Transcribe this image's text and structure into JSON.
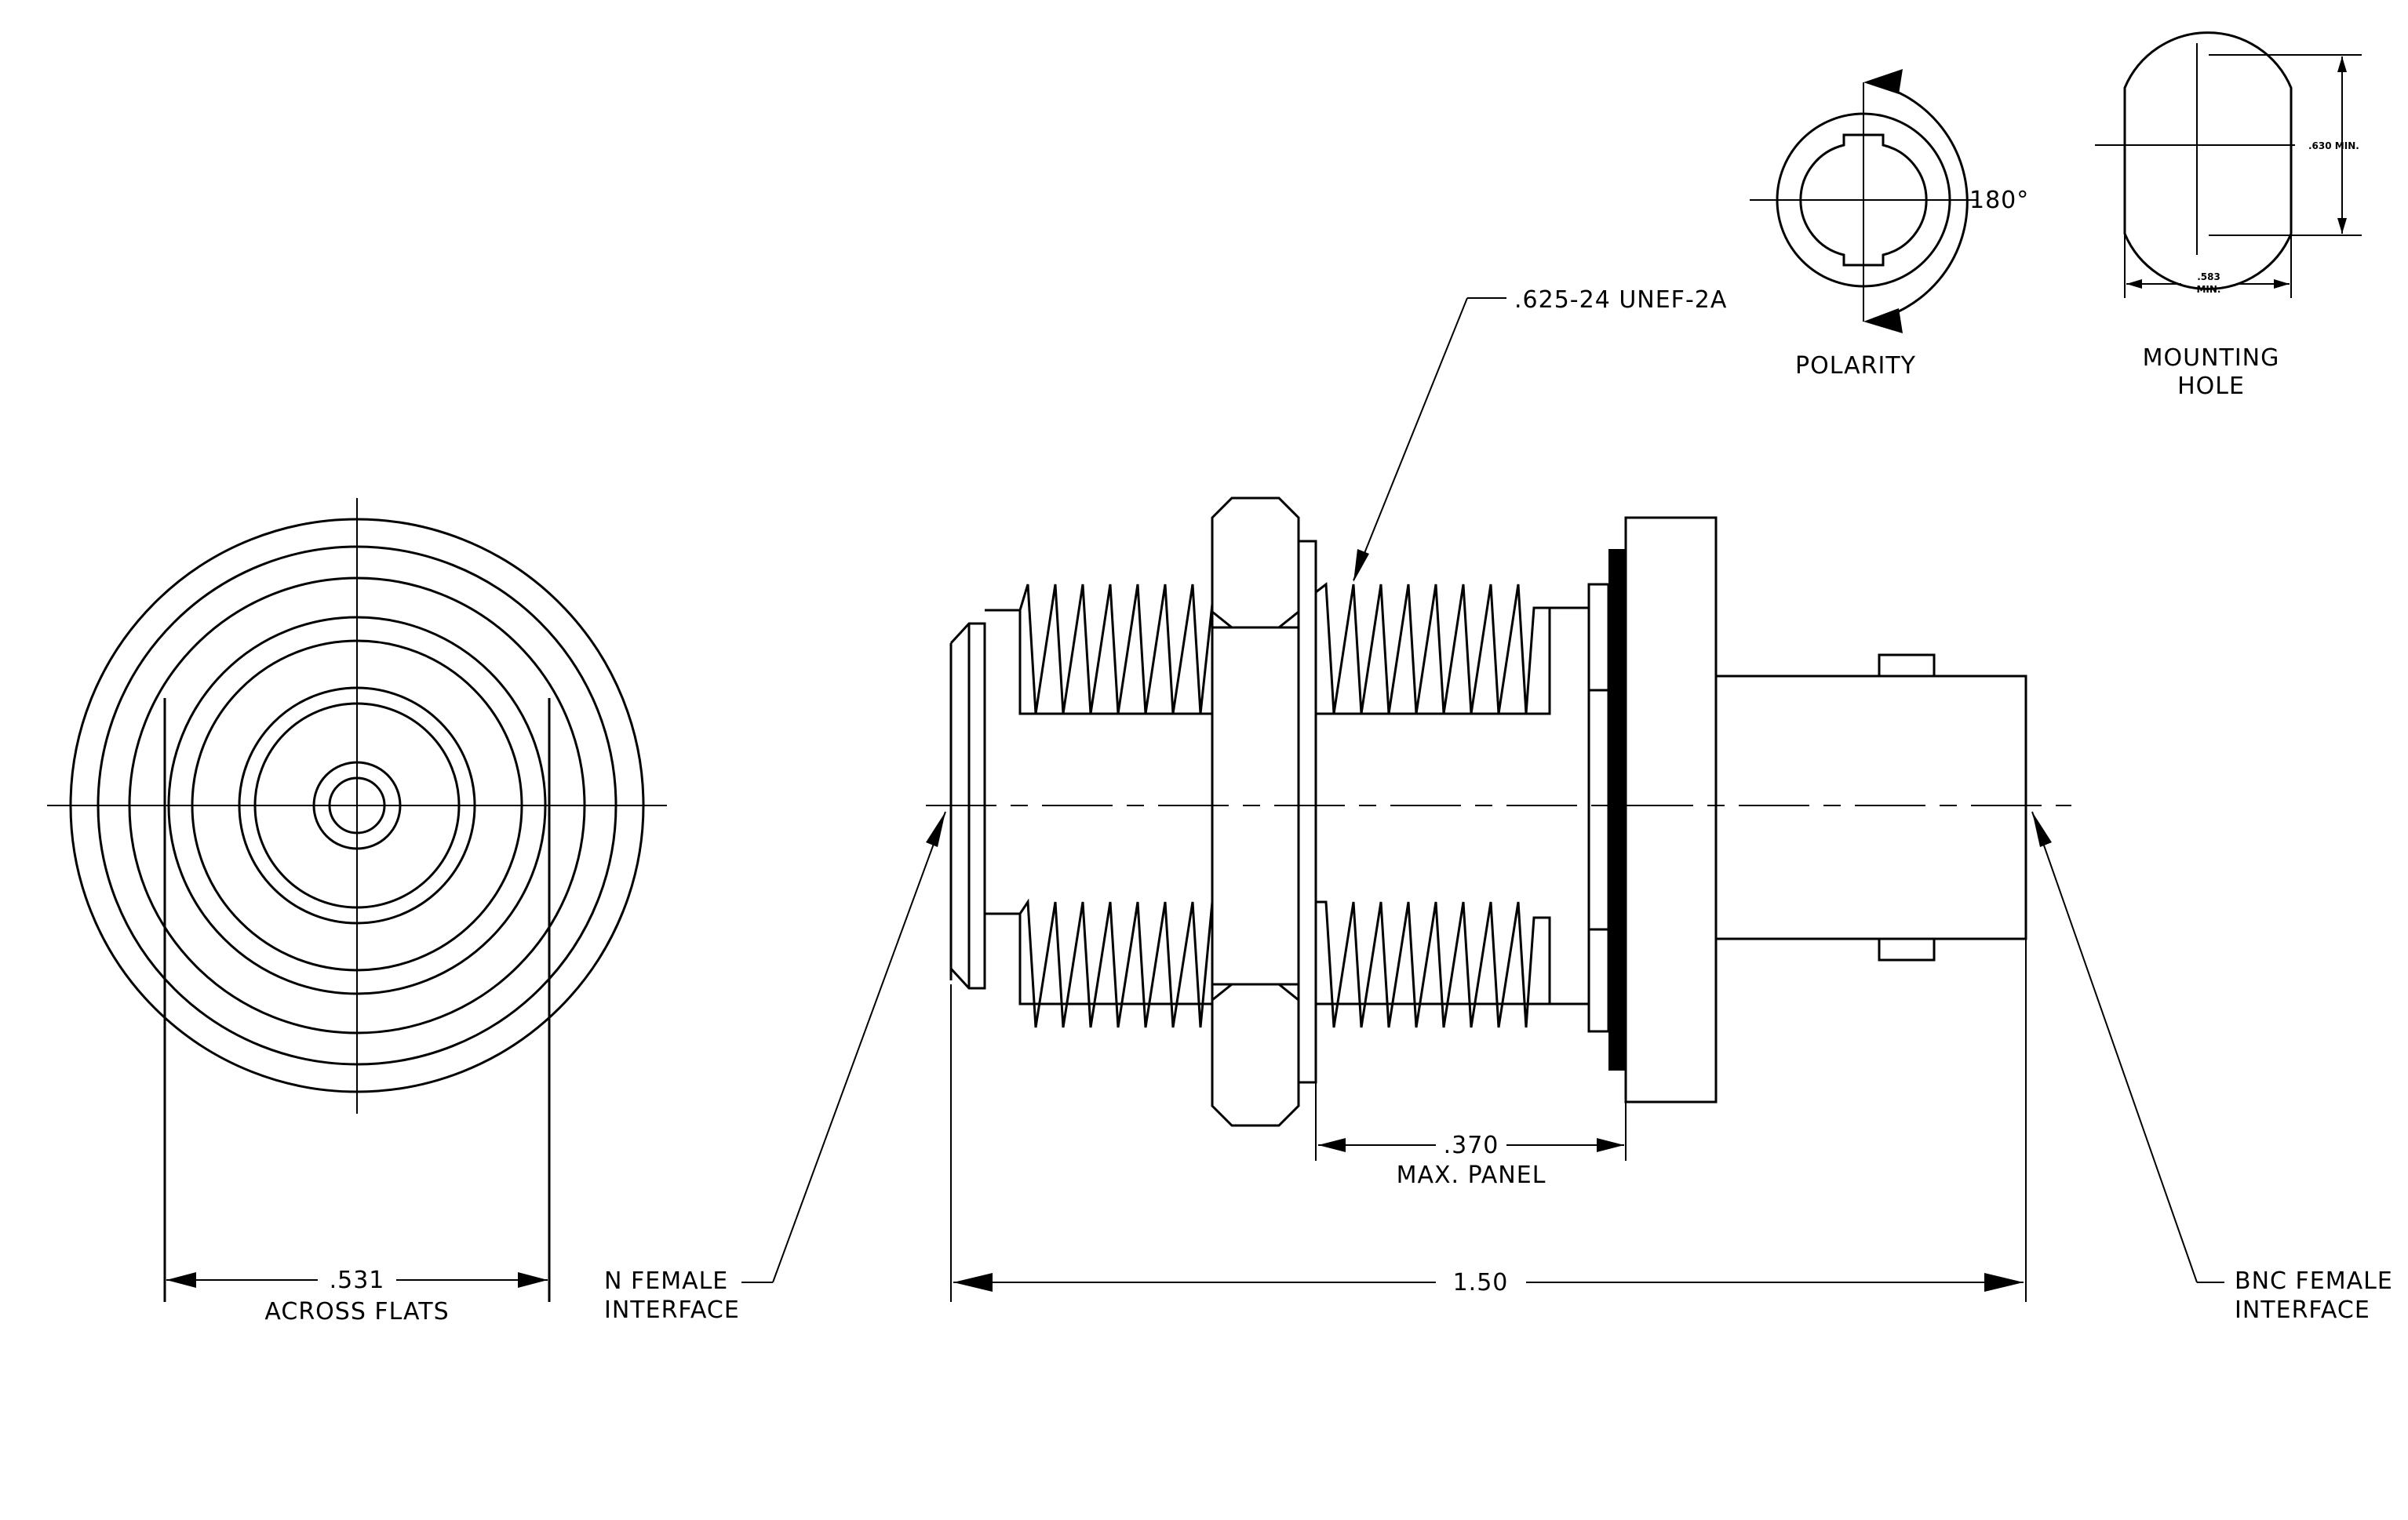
{
  "labels": {
    "thread_callout": ".625-24 UNEF-2A",
    "polarity": "POLARITY",
    "polarity_angle": "180°",
    "mounting_line1": "MOUNTING",
    "mounting_line2": "HOLE",
    "mounting_dim_v": ".630 MIN.",
    "mounting_dim_h_line1": ".583",
    "mounting_dim_h_line2": "MIN.",
    "flats_value": ".531",
    "flats_caption": "ACROSS FLATS",
    "n_female_line1": "N FEMALE",
    "n_female_line2": "INTERFACE",
    "length_value": "1.50",
    "panel_value": ".370",
    "panel_caption": "MAX. PANEL",
    "bnc_female_line1": "BNC FEMALE",
    "bnc_female_line2": "INTERFACE"
  },
  "colors": {
    "line": "#000000",
    "background": "#ffffff"
  }
}
